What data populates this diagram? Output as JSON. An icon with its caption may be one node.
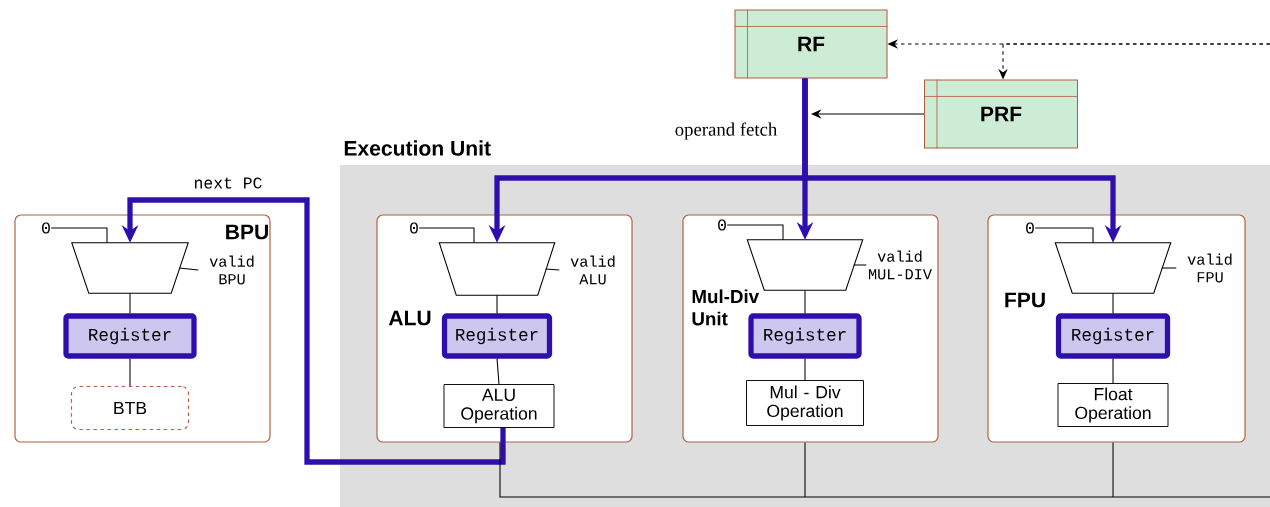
{
  "diagram": {
    "nodes": [
      {
        "text": [
          "RF"
        ]
      },
      {
        "text": [
          "PRF"
        ]
      },
      {
        "text": [
          "Execution Unit"
        ]
      },
      {
        "text": [
          "BPU"
        ]
      },
      {
        "text": [
          "0"
        ],
        "in": 3
      },
      {
        "text": [],
        "shape": "trapezoid",
        "in": 3
      },
      {
        "text": [
          "valid BPU"
        ],
        "in": 3
      },
      {
        "text": [
          "Register"
        ],
        "in": 3
      },
      {
        "text": [
          "BTB"
        ],
        "in": 3
      },
      {
        "text": [
          "ALU"
        ],
        "in": 2
      },
      {
        "text": [
          "0"
        ],
        "in": 9
      },
      {
        "text": [],
        "shape": "trapezoid",
        "in": 9
      },
      {
        "text": [
          "valid ALU"
        ],
        "in": 9
      },
      {
        "text": [
          "Register"
        ],
        "in": 9
      },
      {
        "text": [
          "ALU Operation"
        ],
        "in": 9
      },
      {
        "text": [
          "Mul-Div Unit"
        ],
        "in": 2
      },
      {
        "text": [
          "0"
        ],
        "in": 15
      },
      {
        "text": [],
        "shape": "trapezoid",
        "in": 15
      },
      {
        "text": [
          "valid MUL-DIV"
        ],
        "in": 15
      },
      {
        "text": [
          "Register"
        ],
        "in": 15
      },
      {
        "text": [
          "Mul - Div Operation"
        ],
        "in": 15
      },
      {
        "text": [
          "FPU"
        ],
        "in": 2
      },
      {
        "text": [
          "0"
        ],
        "in": 21
      },
      {
        "text": [],
        "shape": "trapezoid",
        "in": 21
      },
      {
        "text": [
          "valid FPU"
        ],
        "in": 21
      },
      {
        "text": [
          "Register"
        ],
        "in": 21
      },
      {
        "text": [
          "Float Operation"
        ],
        "in": 21
      }
    ],
    "edges": [
      {
        "from": 0,
        "to": 11,
        "arrow": "to",
        "style": "thick",
        "color": "#2e0fae"
      },
      {
        "from": 0,
        "to": 17,
        "arrow": "to",
        "style": "thick",
        "color": "#2e0fae",
        "label": "operand fetch"
      },
      {
        "from": 0,
        "to": 23,
        "arrow": "to",
        "style": "thick",
        "color": "#2e0fae"
      },
      {
        "from": 1,
        "to": null,
        "arrow": "to"
      },
      {
        "from": null,
        "to": 0,
        "arrow": "to",
        "style": "dashed"
      },
      {
        "from": null,
        "to": 1,
        "arrow": "to",
        "style": "dashed"
      },
      {
        "from": 14,
        "to": 5,
        "arrow": "to",
        "style": "thick",
        "color": "#2e0fae",
        "label": "next PC"
      },
      {
        "from": 4,
        "to": 5,
        "arrow": "none"
      },
      {
        "from": 6,
        "to": 5,
        "arrow": "none"
      },
      {
        "from": 5,
        "to": 7,
        "arrow": "none"
      },
      {
        "from": 7,
        "to": 8,
        "arrow": "none"
      },
      {
        "from": 10,
        "to": 11,
        "arrow": "none"
      },
      {
        "from": 12,
        "to": 11,
        "arrow": "none"
      },
      {
        "from": 11,
        "to": 13,
        "arrow": "none"
      },
      {
        "from": 13,
        "to": 14,
        "arrow": "none"
      },
      {
        "from": 16,
        "to": 17,
        "arrow": "none"
      },
      {
        "from": 18,
        "to": 17,
        "arrow": "none"
      },
      {
        "from": 17,
        "to": 19,
        "arrow": "none"
      },
      {
        "from": 19,
        "to": 20,
        "arrow": "none"
      },
      {
        "from": 22,
        "to": 23,
        "arrow": "none"
      },
      {
        "from": 24,
        "to": 23,
        "arrow": "none"
      },
      {
        "from": 23,
        "to": 25,
        "arrow": "none"
      },
      {
        "from": 25,
        "to": 26,
        "arrow": "none"
      },
      {
        "from": 9,
        "to": null,
        "arrow": "none"
      },
      {
        "from": 15,
        "to": null,
        "arrow": "none"
      },
      {
        "from": 21,
        "to": null,
        "arrow": "none"
      }
    ]
  }
}
